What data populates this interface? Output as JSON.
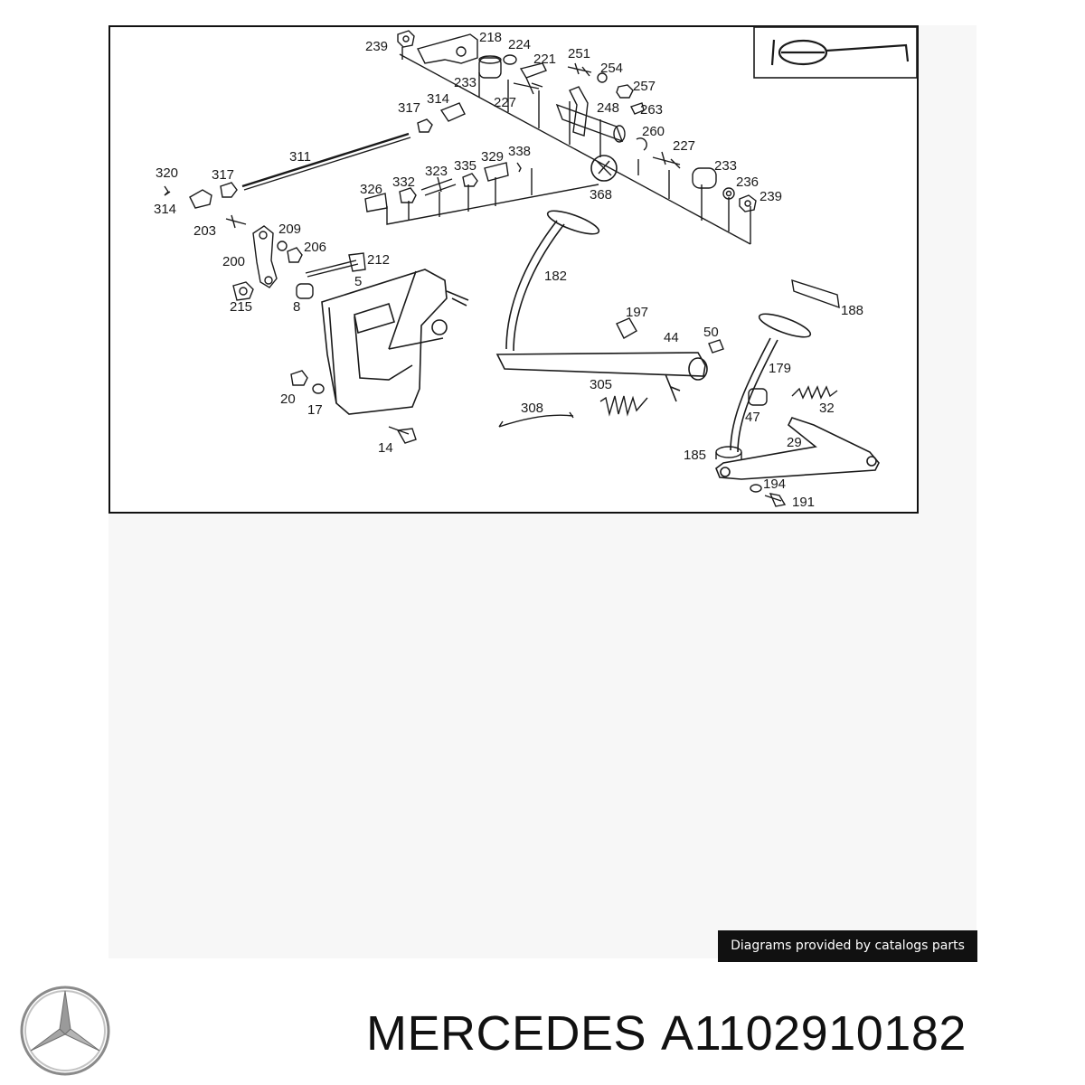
{
  "diagram": {
    "callouts": [
      "239",
      "218",
      "224",
      "221",
      "251",
      "254",
      "257",
      "263",
      "233",
      "227",
      "248",
      "317",
      "314",
      "260",
      "311",
      "227",
      "233",
      "236",
      "239",
      "338",
      "320",
      "317",
      "329",
      "335",
      "323",
      "332",
      "326",
      "368",
      "314",
      "203",
      "209",
      "206",
      "200",
      "212",
      "5",
      "182",
      "215",
      "8",
      "197",
      "44",
      "50",
      "188",
      "179",
      "305",
      "32",
      "20",
      "17",
      "308",
      "47",
      "14",
      "29",
      "185",
      "194",
      "191"
    ]
  },
  "credit_text": "Diagrams provided by catalogs parts",
  "brand": "MERCEDES",
  "part_number": "A1102910182",
  "colors": {
    "ink": "#111111",
    "panel": "#f7f7f7",
    "credit_bg": "#111111"
  }
}
